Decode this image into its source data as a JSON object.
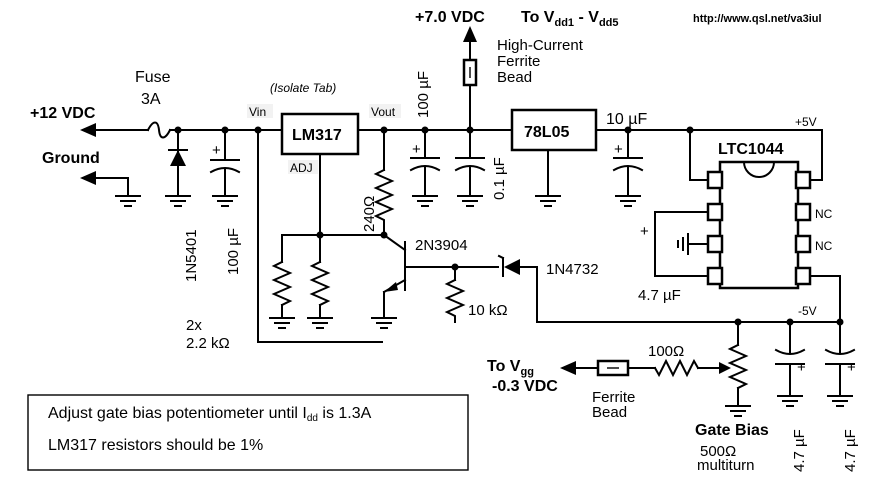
{
  "url": "http://www.qsl.net/va3iul",
  "supply": {
    "plus12": "+12 VDC",
    "ground": "Ground"
  },
  "fuse": {
    "label": "Fuse",
    "rating": "3A"
  },
  "parts": {
    "d1": "1N5401",
    "c_in": "100 µF",
    "lm317": "LM317",
    "isolate": "(Isolate Tab)",
    "vin": "Vin",
    "vout": "Vout",
    "adj": "ADJ",
    "r240": "240Ω",
    "q1": "2N3904",
    "zener": "1N4732",
    "r10k": "10 kΩ",
    "r22k_count": "2x",
    "r22k": "2.2 kΩ",
    "c_out1": "100 µF",
    "c_out2": "0.1 µF",
    "reg": "78L05",
    "c10": "10 µF",
    "ltc": "LTC1044",
    "nc": "NC",
    "c_ltc": "4.7 µF",
    "plus5": "+5V",
    "minus5": "-5V",
    "c47a": "4.7 µF",
    "c47b": "4.7 µF",
    "r100": "100Ω",
    "gate_bias": "Gate Bias",
    "pot": "500Ω",
    "pot_type": "multiturn"
  },
  "vdd": {
    "main": "+7.0 VDC",
    "to": "To V",
    "sub1": "dd1",
    "dash": " - V",
    "sub2": "dd5"
  },
  "hc_bead": {
    "l1": "High-Current",
    "l2": "Ferrite",
    "l3": "Bead"
  },
  "vgg": {
    "to": "To V",
    "sub": "gg",
    "value": "-0.3 VDC"
  },
  "bead2": {
    "l1": "Ferrite",
    "l2": "Bead"
  },
  "plus_sign": "+",
  "minus_sign": "−",
  "notes": {
    "line1a": "Adjust gate bias potentiometer until I",
    "line1sub": "dd",
    "line1b": " is 1.3A",
    "line2": "LM317 resistors should be 1%"
  }
}
